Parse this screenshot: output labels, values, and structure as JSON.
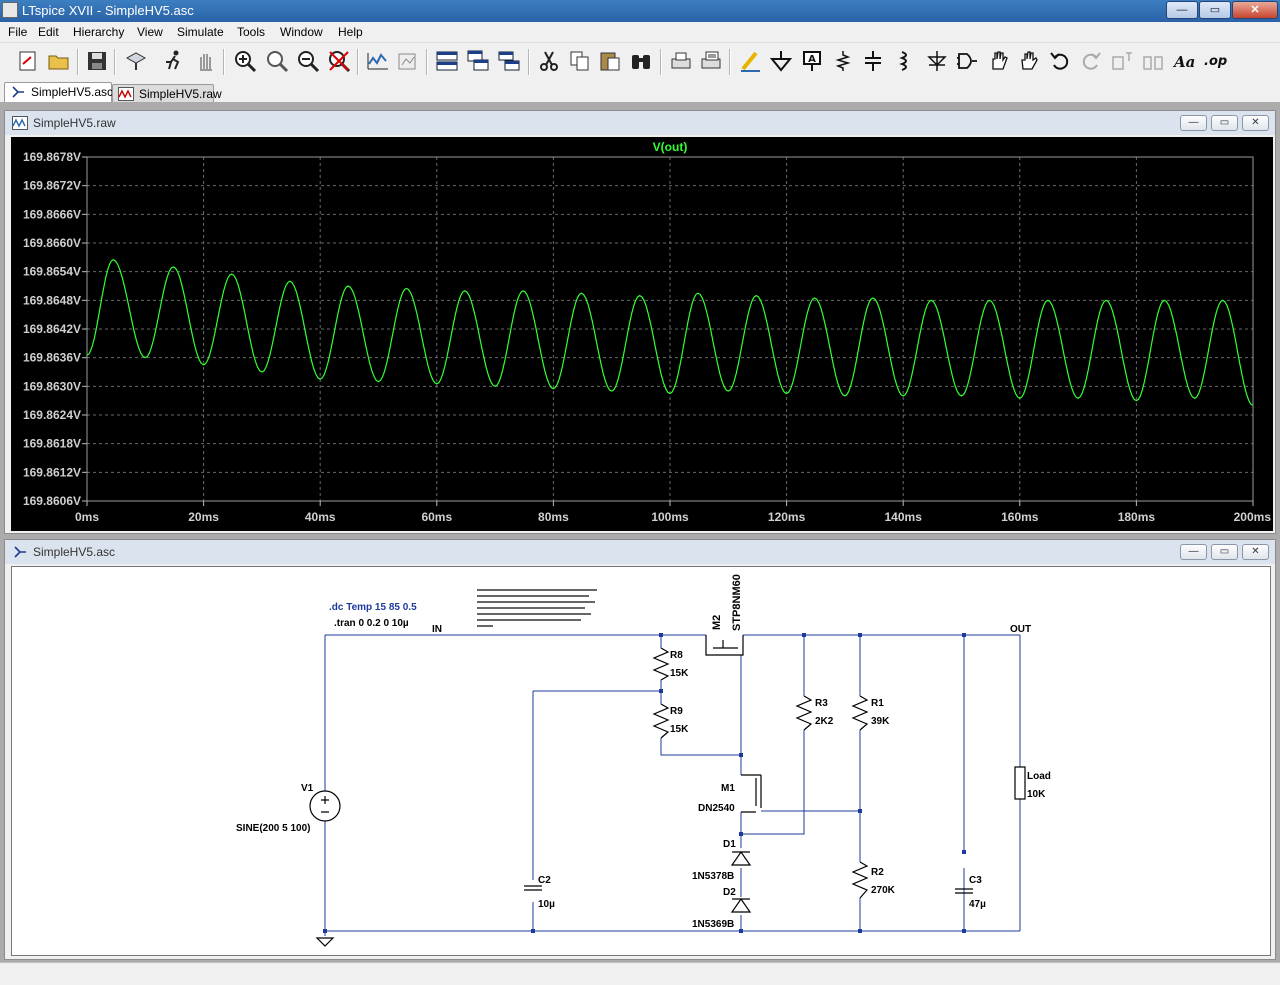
{
  "app": {
    "title": "LTspice XVII - SimpleHV5.asc"
  },
  "window_controls": {
    "minimize": "—",
    "maximize": "▭",
    "close": "✕"
  },
  "menu": [
    "File",
    "Edit",
    "Hierarchy",
    "View",
    "Simulate",
    "Tools",
    "Window",
    "Help"
  ],
  "toolbar_icons": [
    "new-schematic-icon",
    "open-icon",
    "save-icon",
    "control-panel-icon",
    "run-icon",
    "halt-icon",
    "zoom-in-icon",
    "zoom-full-icon",
    "zoom-out-icon",
    "zoom-cancel-icon",
    "autorange-icon",
    "plot-settings-icon",
    "tile-horizontal-icon",
    "cascade-icon",
    "tile-vertical-icon",
    "cut-icon",
    "copy-icon",
    "paste-icon",
    "find-icon",
    "print-icon",
    "print-setup-icon",
    "draw-wire-icon",
    "ground-icon",
    "label-net-icon",
    "resistor-icon",
    "capacitor-icon",
    "inductor-icon",
    "diode-icon",
    "component-icon",
    "move-icon",
    "drag-icon",
    "undo-icon",
    "redo-icon",
    "rotate-icon",
    "mirror-icon",
    "text-icon",
    "spice-directive-icon"
  ],
  "tabs": [
    {
      "label": "SimpleHV5.asc",
      "active": true
    },
    {
      "label": "SimpleHV5.raw",
      "active": false
    }
  ],
  "waveform_window": {
    "title": "SimpleHV5.raw",
    "trace_label": "V(out)",
    "trace_color": "#33ff33",
    "y_ticks": [
      "169.8678V",
      "169.8672V",
      "169.8666V",
      "169.8660V",
      "169.8654V",
      "169.8648V",
      "169.8642V",
      "169.8636V",
      "169.8630V",
      "169.8624V",
      "169.8618V",
      "169.8612V",
      "169.8606V"
    ],
    "x_ticks": [
      "0ms",
      "20ms",
      "40ms",
      "60ms",
      "80ms",
      "100ms",
      "120ms",
      "140ms",
      "160ms",
      "180ms",
      "200ms"
    ],
    "grid": true
  },
  "chart_data": {
    "type": "line",
    "title": "V(out)",
    "xlabel": "",
    "ylabel": "",
    "xlim": [
      0,
      200
    ],
    "ylim": [
      169.8606,
      169.8678
    ],
    "series": [
      {
        "name": "V(out)",
        "color": "#33ff33",
        "x": [
          0,
          4.5,
          10,
          14.8,
          20,
          24.8,
          30,
          34.8,
          40,
          44.8,
          50,
          54.8,
          60,
          64.8,
          70,
          74.8,
          80,
          84.8,
          90,
          94.8,
          100,
          104.8,
          110,
          114.8,
          120,
          124.8,
          130,
          134.8,
          140,
          144.8,
          150,
          154.8,
          160,
          164.8,
          170,
          174.8,
          180,
          184.8,
          190,
          194.8,
          200
        ],
        "y": [
          169.86365,
          169.86565,
          169.8636,
          169.8655,
          169.86345,
          169.86535,
          169.8633,
          169.8652,
          169.86315,
          169.8651,
          169.8631,
          169.86505,
          169.86305,
          169.865,
          169.863,
          169.865,
          169.86295,
          169.86495,
          169.8629,
          169.8649,
          169.86285,
          169.86495,
          169.8629,
          169.8649,
          169.86285,
          169.86485,
          169.8628,
          169.86485,
          169.8628,
          169.8648,
          169.8628,
          169.8648,
          169.86275,
          169.8648,
          169.86275,
          169.8648,
          169.8627,
          169.8648,
          169.86275,
          169.8648,
          169.8626
        ]
      }
    ]
  },
  "schematic_window": {
    "title": "SimpleHV5.asc",
    "directives": [
      ".dc Temp 15 85 0.5",
      ".tran 0 0.2 0 10µ"
    ],
    "nets": {
      "in": "IN",
      "out": "OUT"
    },
    "components": {
      "V1": {
        "ref": "V1",
        "value": "SINE(200 5 100)"
      },
      "R8": {
        "ref": "R8",
        "value": "15K"
      },
      "R9": {
        "ref": "R9",
        "value": "15K"
      },
      "R3": {
        "ref": "R3",
        "value": "2K2"
      },
      "R1": {
        "ref": "R1",
        "value": "39K"
      },
      "R2": {
        "ref": "R2",
        "value": "270K"
      },
      "Load": {
        "ref": "Load",
        "value": "10K"
      },
      "C2": {
        "ref": "C2",
        "value": "10µ"
      },
      "C3": {
        "ref": "C3",
        "value": "47µ"
      },
      "M1": {
        "ref": "M1",
        "value": "DN2540"
      },
      "M2": {
        "ref": "M2",
        "value": "STP8NM60"
      },
      "D1": {
        "ref": "D1",
        "value": "1N5378B"
      },
      "D2": {
        "ref": "D2",
        "value": "1N5369B"
      }
    }
  }
}
